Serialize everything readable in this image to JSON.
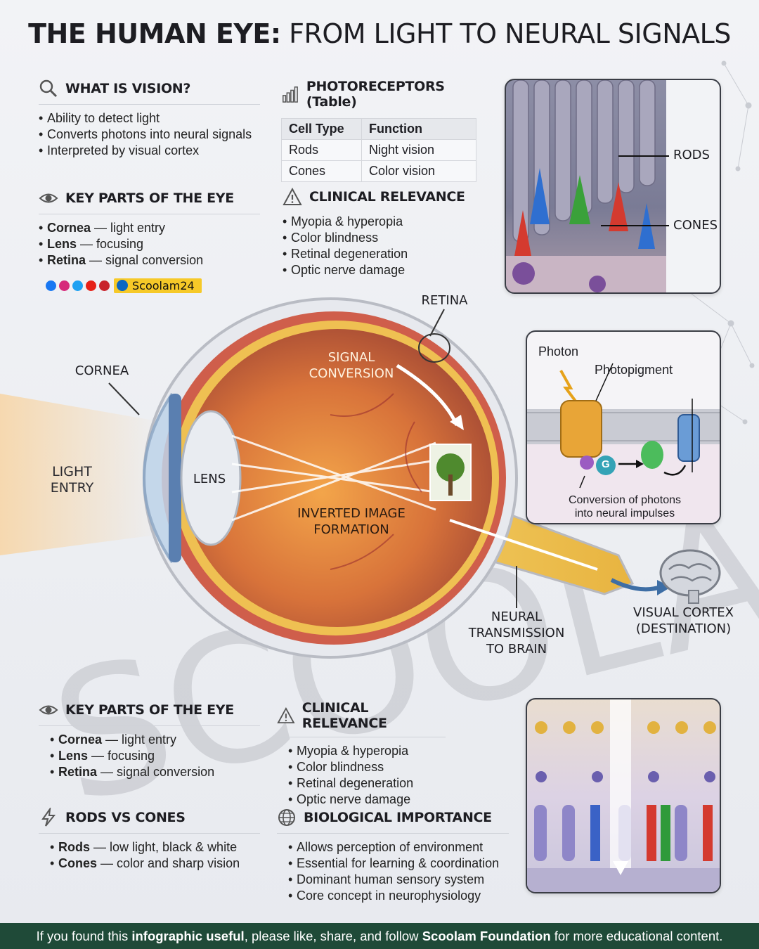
{
  "title": {
    "bold": "THE HUMAN EYE:",
    "rest": "FROM LIGHT TO NEURAL SIGNALS"
  },
  "what_is_vision": {
    "heading": "WHAT IS VISION?",
    "items": [
      "Ability to detect light",
      "Converts photons into neural signals",
      "Interpreted by visual cortex"
    ]
  },
  "photoreceptors": {
    "heading": "PHOTORECEPTORS (Table)",
    "columns": [
      "Cell Type",
      "Function"
    ],
    "rows": [
      [
        "Rods",
        "Night vision"
      ],
      [
        "Cones",
        "Color vision"
      ]
    ]
  },
  "key_parts_top": {
    "heading": "KEY PARTS OF THE EYE",
    "items": [
      {
        "term": "Cornea",
        "desc": " — light entry"
      },
      {
        "term": "Lens",
        "desc": " — focusing"
      },
      {
        "term": "Retina",
        "desc": " — signal conversion"
      }
    ]
  },
  "clinical_top": {
    "heading": "CLINICAL RELEVANCE",
    "items": [
      "Myopia & hyperopia",
      "Color blindness",
      "Retinal degeneration",
      "Optic nerve damage"
    ]
  },
  "brand": {
    "handle": "Scoolam24",
    "watermark": "SCOOLAM"
  },
  "eye_labels": {
    "retina": "RETINA",
    "cornea": "CORNEA",
    "light_entry": [
      "LIGHT",
      "ENTRY"
    ],
    "lens": "LENS",
    "signal_conversion": [
      "SIGNAL",
      "CONVERSION"
    ],
    "inverted_image": [
      "INVERTED IMAGE",
      "FORMATION"
    ],
    "neural_transmission": [
      "NEURAL",
      "TRANSMISSION",
      "TO BRAIN"
    ],
    "visual_cortex": [
      "VISUAL CORTEX",
      "(DESTINATION)"
    ]
  },
  "rods_cones_card": {
    "rods_label": "RODS",
    "cones_label": "CONES"
  },
  "photon_card": {
    "photon": "Photon",
    "photopigment": "Photopigment",
    "g_protein": "G",
    "caption": [
      "Conversion of photons",
      "into neural impulses"
    ]
  },
  "key_parts_bottom": {
    "heading": "KEY PARTS OF THE EYE",
    "items": [
      {
        "term": "Cornea",
        "desc": " — light entry"
      },
      {
        "term": "Lens",
        "desc": " — focusing"
      },
      {
        "term": "Retina",
        "desc": " — signal conversion"
      }
    ]
  },
  "clinical_bottom": {
    "heading": "CLINICAL RELEVANCE",
    "items": [
      "Myopia & hyperopia",
      "Color blindness",
      "Retinal degeneration",
      "Optic nerve damage"
    ]
  },
  "rods_vs_cones": {
    "heading": "RODS VS CONES",
    "items": [
      {
        "term": "Rods",
        "desc": " — low light, black & white"
      },
      {
        "term": "Cones",
        "desc": " — color and sharp vision"
      }
    ]
  },
  "biological_importance": {
    "heading": "BIOLOGICAL IMPORTANCE",
    "items": [
      "Allows perception of environment",
      "Essential for learning & coordination",
      "Dominant human sensory system",
      "Core concept in neurophysiology"
    ]
  },
  "footer": {
    "t1": "If you found this ",
    "b1": "infographic useful",
    "t2": ", please like, share, and follow ",
    "b2": "Scoolam Foundation",
    "t3": " for more educational content."
  },
  "colors": {
    "footer_bg": "#1f4a38",
    "accent_yellow": "#f6c928",
    "eye_orange": "#e98a3a"
  }
}
